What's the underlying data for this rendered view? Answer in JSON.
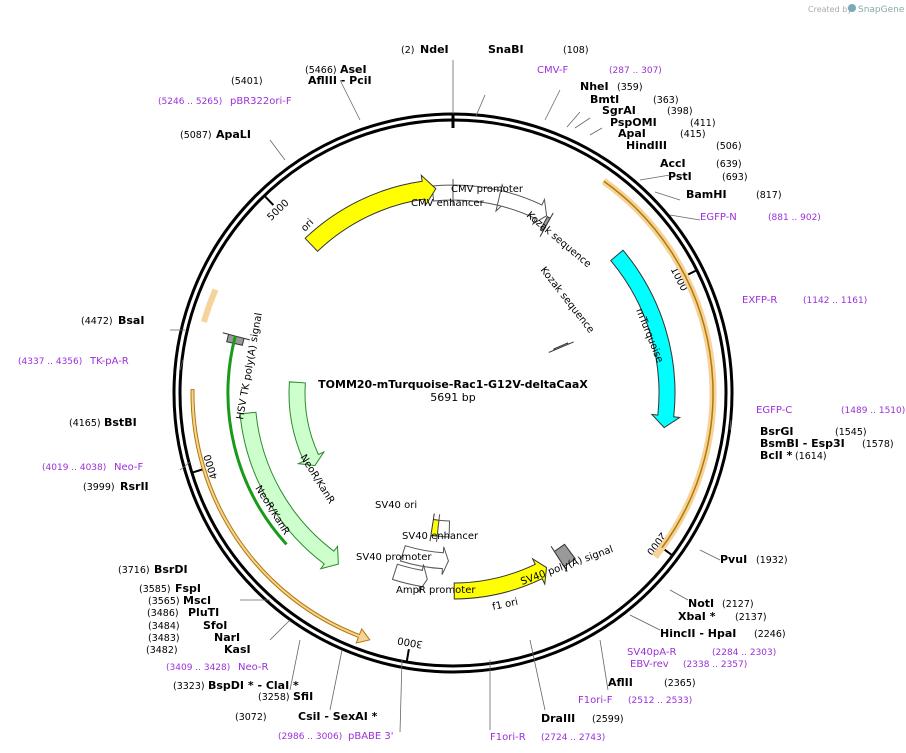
{
  "branding": {
    "created_by": "Created by",
    "brand": "SnapGene"
  },
  "plasmid": {
    "name": "TOMM20-mTurquoise-Rac1-G12V-deltaCaaX",
    "length": "5691 bp",
    "total_bp": 5691
  },
  "features_text": {
    "cmv_promoter": "CMV promoter",
    "cmv_enhancer": "CMV enhancer",
    "kozak": "Kozak sequence",
    "mturquoise": "mTurquoise",
    "ori": "ori",
    "hsv_tk_polya": "HSV TK poly(A) signal",
    "neor": "NeoR/KanR",
    "sv40_ori": "SV40 ori",
    "sv40_enhancer": "SV40 enhancer",
    "sv40_promoter": "SV40 promoter",
    "ampr_promoter": "AmpR promoter",
    "sv40_polya": "SV40 poly(A) signal",
    "f1_ori": "f1 ori"
  },
  "ruler_ticks": [
    "1000",
    "2000",
    "3000",
    "4000",
    "5000"
  ],
  "features": [
    {
      "name": "ori",
      "color": "#ffff00"
    },
    {
      "name": "mTurquoise",
      "color": "#00ffff"
    },
    {
      "name": "NeoR/KanR",
      "color": "#ccffcc"
    },
    {
      "name": "f1 ori",
      "color": "#ffff00"
    },
    {
      "name": "SV40 poly(A) signal",
      "color": "#999999"
    },
    {
      "name": "HSV TK poly(A) signal",
      "color": "#999999"
    }
  ],
  "sites_right": [
    {
      "name": "SnaBI",
      "num": "(108)"
    },
    {
      "name": "CMV-F",
      "num": "(287 .. 307)",
      "primer": true
    },
    {
      "name": "NheI",
      "num": "(359)"
    },
    {
      "name": "BmtI",
      "num": "(363)"
    },
    {
      "name": "SgrAI",
      "num": "(398)"
    },
    {
      "name": "PspOMI",
      "num": "(411)"
    },
    {
      "name": "ApaI",
      "num": "(415)"
    },
    {
      "name": "HindIII",
      "num": "(506)"
    },
    {
      "name": "AccI",
      "num": "(639)"
    },
    {
      "name": "PstI",
      "num": "(693)"
    },
    {
      "name": "BamHI",
      "num": "(817)"
    },
    {
      "name": "EGFP-N",
      "num": "(881 .. 902)",
      "primer": true
    },
    {
      "name": "EXFP-R",
      "num": "(1142 .. 1161)",
      "primer": true
    },
    {
      "name": "EGFP-C",
      "num": "(1489 .. 1510)",
      "primer": true
    },
    {
      "name": "BsrGI",
      "num": "(1545)"
    },
    {
      "name": "BsmBI - Esp3I",
      "num": "(1578)"
    },
    {
      "name": "BclI *",
      "num": "(1614)"
    },
    {
      "name": "PvuI",
      "num": "(1932)"
    },
    {
      "name": "NotI",
      "num": "(2127)"
    },
    {
      "name": "XbaI *",
      "num": "(2137)"
    },
    {
      "name": "HincII - HpaI",
      "num": "(2246)"
    },
    {
      "name": "SV40pA-R",
      "num": "(2284 .. 2303)",
      "primer": true
    },
    {
      "name": "EBV-rev",
      "num": "(2338 .. 2357)",
      "primer": true
    },
    {
      "name": "AflII",
      "num": "(2365)"
    },
    {
      "name": "F1ori-F",
      "num": "(2512 .. 2533)",
      "primer": true
    },
    {
      "name": "DraIII",
      "num": "(2599)"
    },
    {
      "name": "F1ori-R",
      "num": "(2724 .. 2743)",
      "primer": true
    }
  ],
  "sites_left": [
    {
      "name": "NdeI",
      "num": "(2)"
    },
    {
      "name": "AseI",
      "num": "(5466)"
    },
    {
      "name": "AflIII - PciI",
      "num": "(5401)"
    },
    {
      "name": "pBR322ori-F",
      "num": "(5246 .. 5265)",
      "primer": true
    },
    {
      "name": "ApaLI",
      "num": "(5087)"
    },
    {
      "name": "BsaI",
      "num": "(4472)"
    },
    {
      "name": "TK-pA-R",
      "num": "(4337 .. 4356)",
      "primer": true
    },
    {
      "name": "BstBI",
      "num": "(4165)"
    },
    {
      "name": "Neo-F",
      "num": "(4019 .. 4038)",
      "primer": true
    },
    {
      "name": "RsrII",
      "num": "(3999)"
    },
    {
      "name": "BsrDI",
      "num": "(3716)"
    },
    {
      "name": "FspI",
      "num": "(3585)"
    },
    {
      "name": "MscI",
      "num": "(3565)"
    },
    {
      "name": "PluTI",
      "num": "(3486)"
    },
    {
      "name": "SfoI",
      "num": "(3484)"
    },
    {
      "name": "NarI",
      "num": "(3483)"
    },
    {
      "name": "KasI",
      "num": "(3482)"
    },
    {
      "name": "Neo-R",
      "num": "(3409 .. 3428)",
      "primer": true
    },
    {
      "name": "BspDI * - ClaI *",
      "num": "(3323)"
    },
    {
      "name": "SfiI",
      "num": "(3258)"
    },
    {
      "name": "CsiI - SexAI *",
      "num": "(3072)"
    },
    {
      "name": "pBABE 3'",
      "num": "(2986 .. 3006)",
      "primer": true
    }
  ]
}
